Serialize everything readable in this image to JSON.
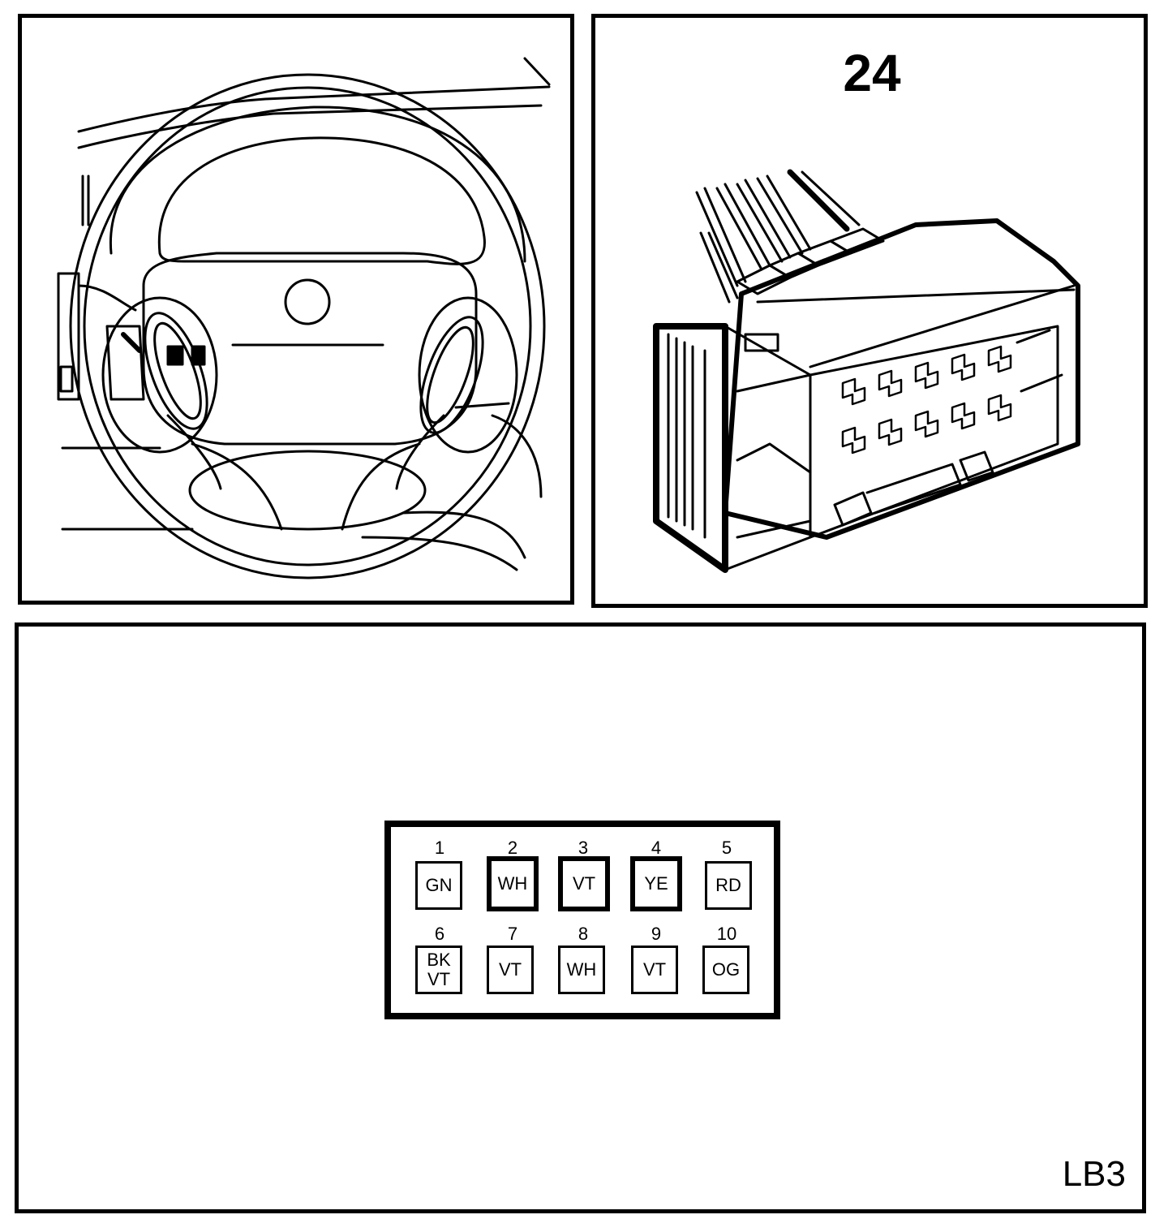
{
  "connector": {
    "number": "24",
    "figure_code": "LB3"
  },
  "pinout": {
    "pins": [
      {
        "num": "1",
        "color": [
          "GN"
        ]
      },
      {
        "num": "2",
        "color": [
          "WH"
        ]
      },
      {
        "num": "3",
        "color": [
          "VT"
        ]
      },
      {
        "num": "4",
        "color": [
          "YE"
        ]
      },
      {
        "num": "5",
        "color": [
          "RD"
        ]
      },
      {
        "num": "6",
        "color": [
          "BK",
          "VT"
        ]
      },
      {
        "num": "7",
        "color": [
          "VT"
        ]
      },
      {
        "num": "8",
        "color": [
          "WH"
        ]
      },
      {
        "num": "9",
        "color": [
          "VT"
        ]
      },
      {
        "num": "10",
        "color": [
          "OG"
        ]
      }
    ]
  }
}
